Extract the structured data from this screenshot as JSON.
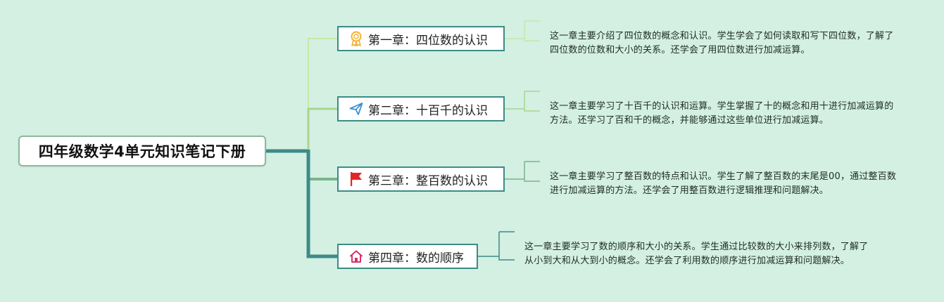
{
  "root": {
    "title": "四年级数学4单元知识笔记下册"
  },
  "chapters": [
    {
      "title": "第一章：四位数的认识",
      "icon": "medal-icon",
      "icon_color": "#f2b233",
      "description": "这一章主要介绍了四位数的概念和认识。学生学会了如何读取和写下四位数，了解了四位数的位数和大小的关系。还学会了用四位数进行加减运算。"
    },
    {
      "title": "第二章：十百千的认识",
      "icon": "paper-plane-icon",
      "icon_color": "#3a8fd4",
      "description": "这一章主要学习了十百千的认识和运算。学生掌握了十的概念和用十进行加减运算的方法。还学习了百和千的概念，并能够通过这些单位进行加减运算。"
    },
    {
      "title": "第三章：整百数的认识",
      "icon": "red-flag-icon",
      "icon_color": "#e0262b",
      "description": "这一章主要学习了整百数的特点和认识。学生了解了整百数的末尾是00，通过整百数进行加减运算的方法。还学会了用整百数进行逻辑推理和问题解决。"
    },
    {
      "title": "第四章：数的顺序",
      "icon": "home-icon",
      "icon_color": "#d6336c",
      "description": "这一章主要学习了数的顺序和大小的关系。学生通过比较数的大小来排列数，了解了从小到大和从大到小的概念。还学会了利用数的顺序进行加减运算和问题解决。"
    }
  ],
  "colors": {
    "background": "#d3f0e3",
    "root_border": "#8fb89c",
    "chapter_border": "#3d8b86",
    "trunk": "#3d8b86",
    "branch_1": "#c9e6a6",
    "branch_2": "#a9d68d",
    "branch_3": "#7bb48a",
    "branch_4": "#3d8b86"
  }
}
